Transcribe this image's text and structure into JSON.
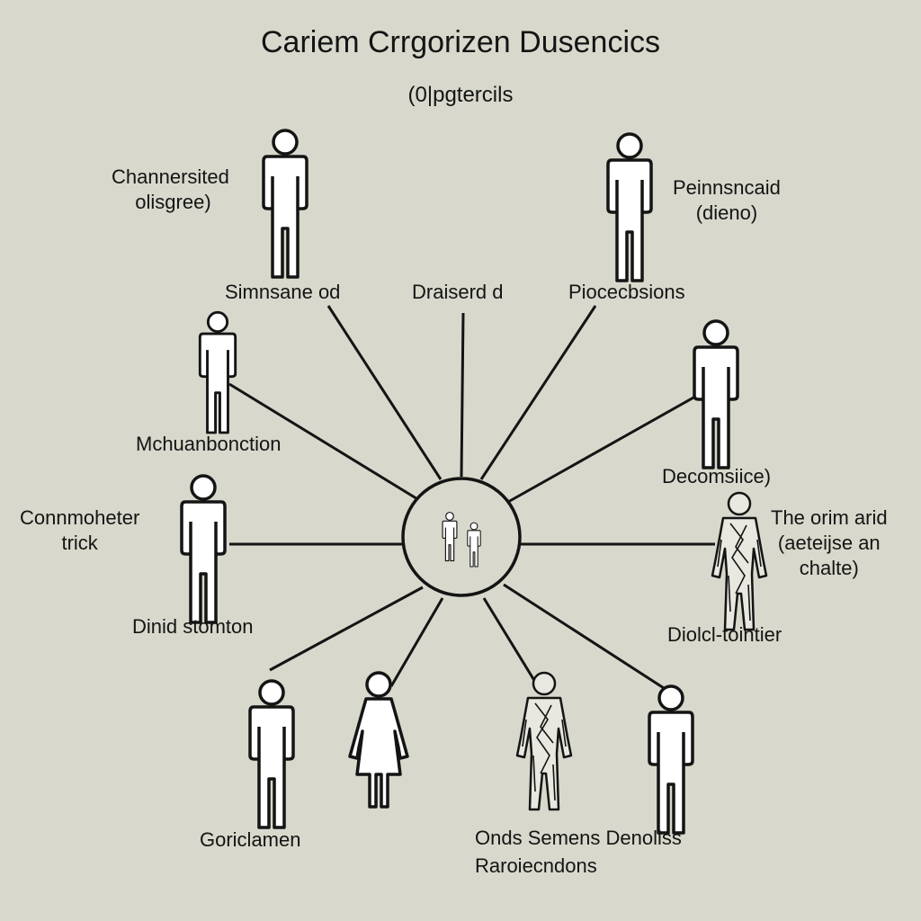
{
  "title": "Cariem Crrgorizen Dusencics",
  "subtitle": "(0|pgtercils",
  "labels": {
    "chann": "Channersited\n olisgree)",
    "peinn": "Peinnsncaid\n(dieno)",
    "simns": "Simnsane od",
    "drais": "Draiserd d",
    "pioce": "Piocecbsions",
    "mchua": "Mchuanbonction",
    "decom": "Decomsiice)",
    "connm": "Connmoheter\ntrick",
    "theor": "The orim arid\n(aeteijse an\nchalte)",
    "dinid": "Dinid stomton",
    "diolc": "Diolcl-tointier",
    "goric": "Goriclamen",
    "ondss": "Onds Semens Denoliss",
    "raroi": "Raroiecndons"
  },
  "colors": {
    "background": "#d8d8cc",
    "ink": "#141414",
    "figure_fill": "#ffffff"
  }
}
